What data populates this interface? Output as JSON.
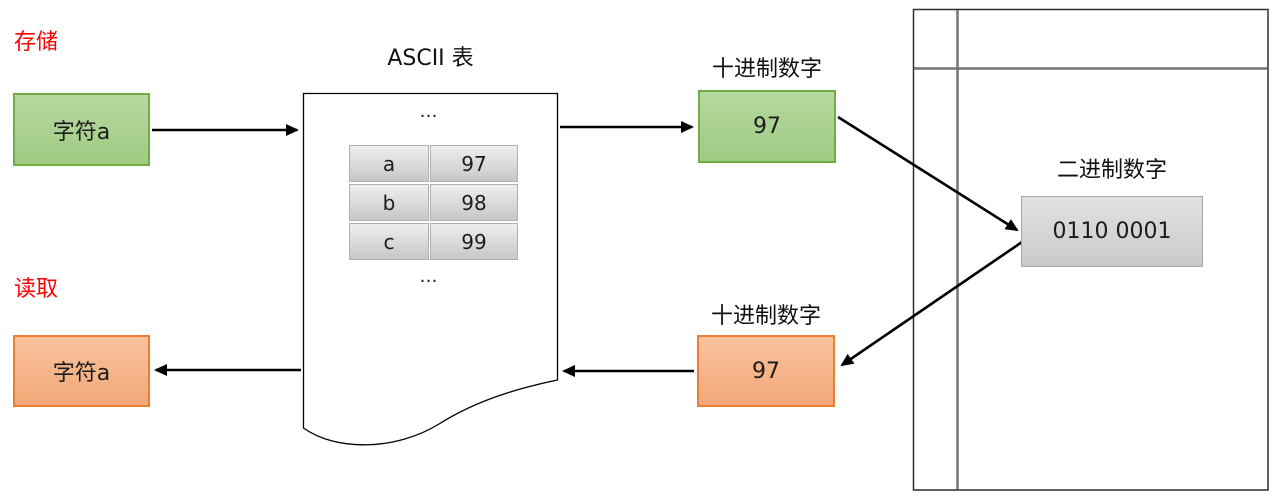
{
  "labels": {
    "store": "存储",
    "read": "读取",
    "ascii_title": "ASCII 表",
    "decimal_top": "十进制数字",
    "decimal_bottom": "十进制数字",
    "binary": "二进制数字",
    "ellipsis_top": "…",
    "ellipsis_bottom": "…"
  },
  "boxes": {
    "char_store": "字符a",
    "decimal_store": "97",
    "binary_value": "0110 0001",
    "decimal_read": "97",
    "char_read": "字符a"
  },
  "ascii_table": {
    "rows": [
      {
        "char": "a",
        "code": "97"
      },
      {
        "char": "b",
        "code": "98"
      },
      {
        "char": "c",
        "code": "99"
      }
    ]
  },
  "colors": {
    "label_red": "#ff0000",
    "green_fill": "#a9d18e",
    "green_border": "#70ad47",
    "orange_fill": "#f4b183",
    "orange_border": "#ed7d31",
    "gray_fill": "#d9d9d9",
    "gray_border": "#a6a6a6",
    "arrow": "#000000",
    "notebook_line": "#757575"
  }
}
